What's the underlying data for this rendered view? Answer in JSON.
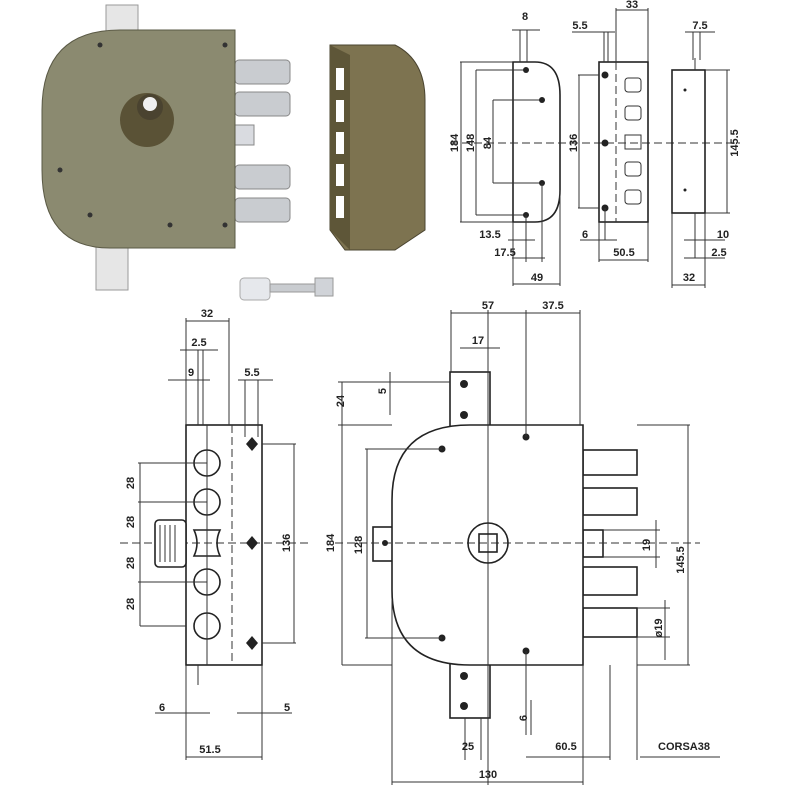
{
  "colors": {
    "lock_body": "#8b8a70",
    "cover": "#7d7350",
    "bolt": "#c9ccd0",
    "line": "#222222"
  },
  "top_right_dims": {
    "d8": "8",
    "d5_5": "5.5",
    "d33": "33",
    "d7_5": "7.5",
    "d184": "184",
    "d148": "148",
    "d84": "84",
    "d136": "136",
    "d145_5": "145.5",
    "d13_5": "13.5",
    "d17_5": "17.5",
    "d49": "49",
    "d6": "6",
    "d50_5": "50.5",
    "d10": "10",
    "d2_5": "2.5",
    "d32": "32"
  },
  "side_view_dims": {
    "d32": "32",
    "d2_5": "2.5",
    "d9": "9",
    "d5_5": "5.5",
    "d28a": "28",
    "d28b": "28",
    "d28c": "28",
    "d28d": "28",
    "d136": "136",
    "d184": "184",
    "d6": "6",
    "d5": "5",
    "d51_5": "51.5"
  },
  "front_view_dims": {
    "d57": "57",
    "d37_5": "37.5",
    "d17": "17",
    "d24": "24",
    "d5": "5",
    "d128": "128",
    "d19": "19",
    "d145_5": "145.5",
    "phi19": "ø19",
    "d6": "6",
    "d25": "25",
    "d60_5": "60.5",
    "stroke": "CORSA38",
    "d130": "130"
  }
}
